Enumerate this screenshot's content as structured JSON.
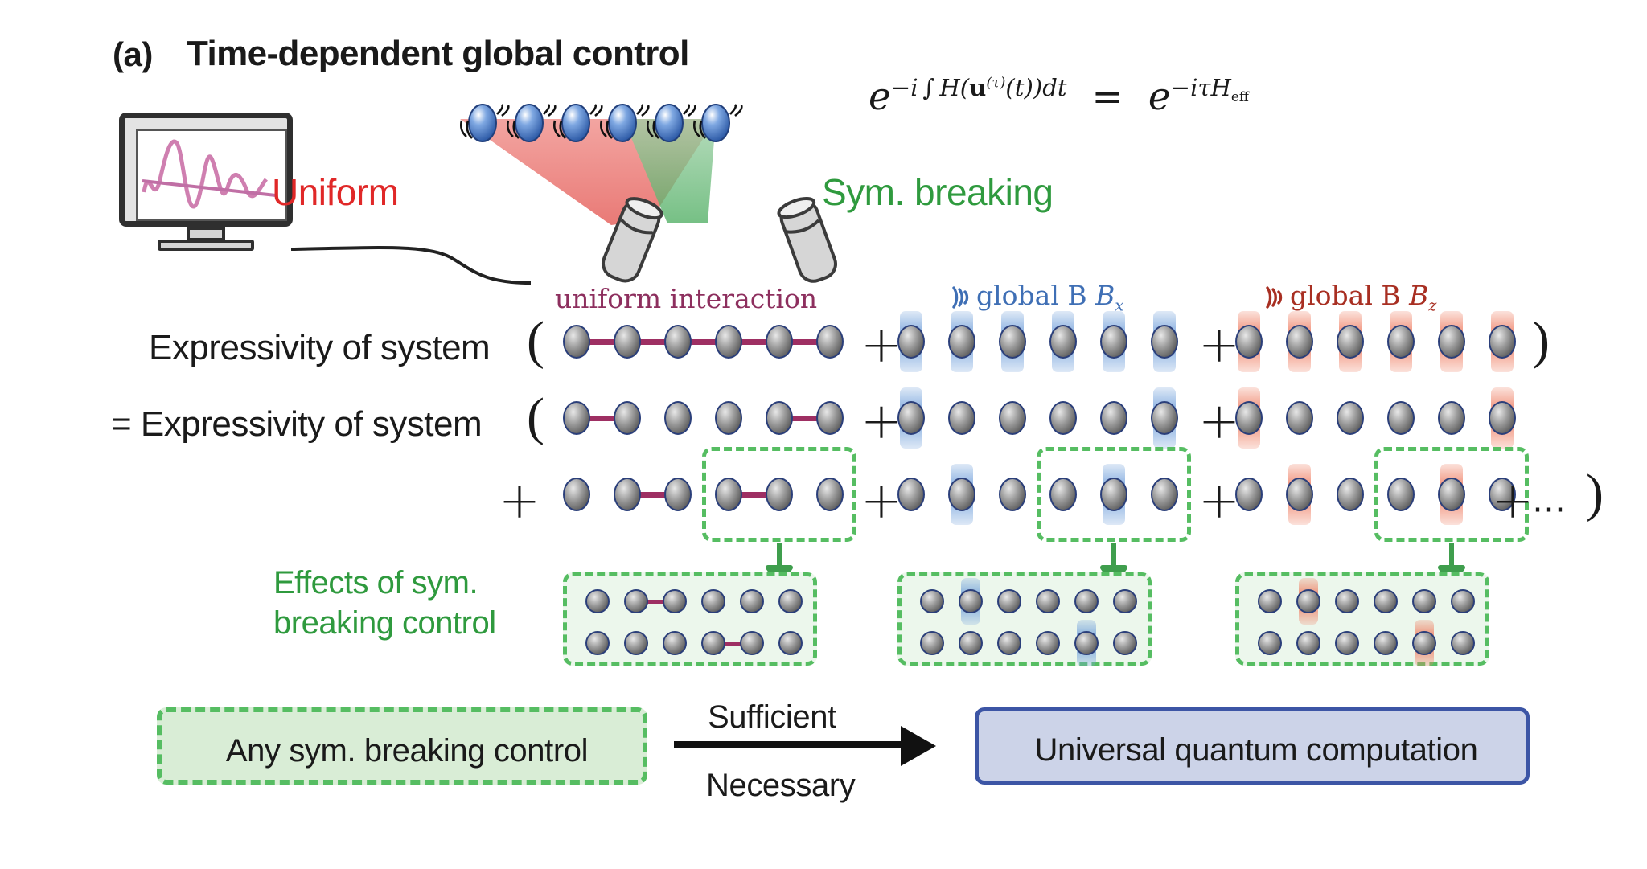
{
  "panel": {
    "label": "(a)",
    "title": "Time-dependent global control"
  },
  "setup": {
    "monitor_icon": "waveform-monitor",
    "uniform_label": "Uniform",
    "uniform_color": "#e02828",
    "symmetry_breaking_label": "Sym. breaking",
    "symmetry_breaking_color": "#2f9a3e",
    "qubit_count": 6,
    "laser_count": 2
  },
  "equation": {
    "lhs_base": "e",
    "lhs_exponent": "-i ∫ H(u^(τ)(t))dt",
    "equals": "=",
    "rhs_base": "e",
    "rhs_exponent": "-iτH_eff",
    "plain": "e^{-i ∫ H(u^(τ)(t))dt} = e^{-iτH_eff}"
  },
  "chain_labels": {
    "uniform_interaction": "uniform interaction",
    "uniform_interaction_color": "#8d2f5e",
    "global_bx": "global B",
    "global_bx_sub": "x",
    "global_bx_color": "#3f6fb5",
    "global_bz": "global B",
    "global_bz_sub": "z",
    "global_bz_color": "#a82f22",
    "wave_icon": "radio-wave-icon"
  },
  "rows": {
    "row1_text": "Expressivity of system",
    "row2_text": "= Expressivity of system",
    "open_paren": "(",
    "close_paren": ")",
    "plus": "+",
    "ellipsis": "⋯"
  },
  "chains": {
    "row1": {
      "interaction": {
        "qubits": 6,
        "bonds": [
          [
            1,
            2
          ],
          [
            2,
            3
          ],
          [
            3,
            4
          ],
          [
            4,
            5
          ],
          [
            5,
            6
          ]
        ]
      },
      "bx": {
        "qubits": 6,
        "fields": [
          1,
          2,
          3,
          4,
          5,
          6
        ]
      },
      "bz": {
        "qubits": 6,
        "fields": [
          1,
          2,
          3,
          4,
          5,
          6
        ]
      }
    },
    "row2": {
      "interaction": {
        "qubits": 6,
        "bonds": [
          [
            1,
            2
          ],
          [
            5,
            6
          ]
        ]
      },
      "bx": {
        "qubits": 6,
        "fields": [
          1,
          6
        ]
      },
      "bz": {
        "qubits": 6,
        "fields": [
          1,
          6
        ]
      }
    },
    "row3": {
      "interaction": {
        "qubits": 6,
        "bonds": [
          [
            2,
            3
          ],
          [
            4,
            5
          ]
        ],
        "highlight": [
          4,
          6
        ]
      },
      "bx": {
        "qubits": 6,
        "fields": [
          2,
          5
        ],
        "highlight": [
          4,
          6
        ]
      },
      "bz": {
        "qubits": 6,
        "fields": [
          2,
          5
        ],
        "highlight": [
          4,
          6
        ]
      }
    }
  },
  "effects": {
    "label_line1": "Effects of sym.",
    "label_line2": "breaking control",
    "label_color": "#2f9a3e",
    "boxes": [
      {
        "name": "interaction-effects",
        "top_row": {
          "qubits": 6,
          "bonds": [
            [
              2,
              3
            ]
          ]
        },
        "bottom_row": {
          "qubits": 6,
          "bonds": [
            [
              4,
              5
            ]
          ]
        }
      },
      {
        "name": "bx-effects",
        "top_row": {
          "qubits": 6,
          "fields": [
            2
          ]
        },
        "bottom_row": {
          "qubits": 6,
          "fields": [
            5
          ]
        }
      },
      {
        "name": "bz-effects",
        "top_row": {
          "qubits": 6,
          "fields": [
            2
          ]
        },
        "bottom_row": {
          "qubits": 6,
          "fields": [
            5
          ]
        }
      }
    ]
  },
  "implication": {
    "source_label": "Any sym. breaking control",
    "target_label": "Universal quantum computation",
    "above_arrow": "Sufficient",
    "below_arrow": "Necessary"
  },
  "colors": {
    "bond": "#9e2f63",
    "field_bx": "#6e9eda",
    "field_bz": "#ee785c",
    "green_dash": "#56bd62",
    "green_fill": "#ecf7ec",
    "blue_box_border": "#3c55a5",
    "blue_box_fill": "#ccd3e8",
    "laser_red": "#e8736f",
    "laser_green": "#5cb46a"
  }
}
